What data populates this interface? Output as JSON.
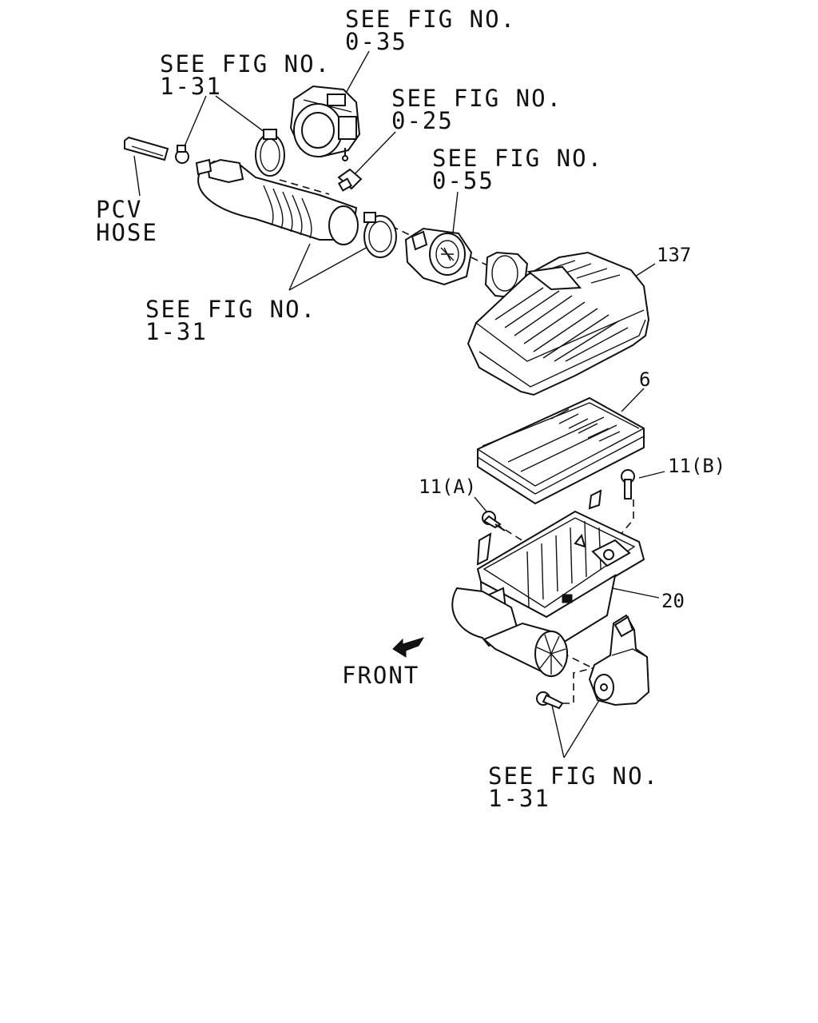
{
  "labels": {
    "see_fig_035_line1": "SEE FIG NO.",
    "see_fig_035_line2": "0-35",
    "see_fig_131_top_line1": "SEE FIG NO.",
    "see_fig_131_top_line2": "1-31",
    "see_fig_025_line1": "SEE FIG NO.",
    "see_fig_025_line2": "0-25",
    "see_fig_055_line1": "SEE FIG NO.",
    "see_fig_055_line2": "0-55",
    "pcv_line1": "PCV",
    "pcv_line2": "HOSE",
    "see_fig_131_mid_line1": "SEE FIG NO.",
    "see_fig_131_mid_line2": "1-31",
    "see_fig_131_bottom_line1": "SEE FIG NO.",
    "see_fig_131_bottom_line2": "1-31",
    "front": "FRONT"
  },
  "callouts": {
    "part_137": "137",
    "part_6": "6",
    "part_11a": "11(A)",
    "part_11b": "11(B)",
    "part_20": "20"
  },
  "icons": {
    "front_arrow": "front-arrow-icon"
  }
}
